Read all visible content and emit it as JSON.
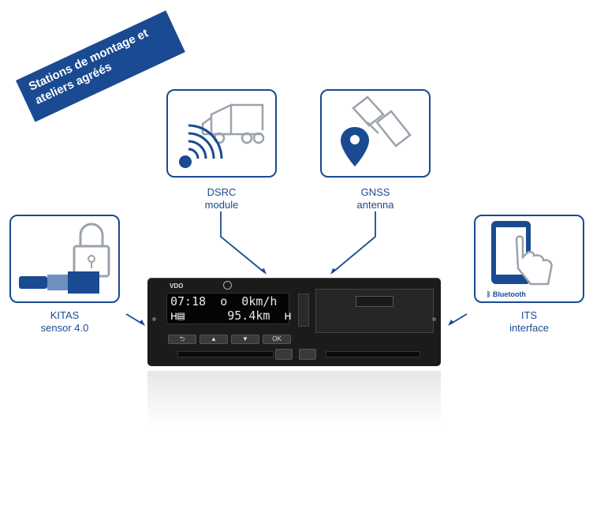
{
  "banner": {
    "text": "Stations de montage et ateliers agréés"
  },
  "boxes": {
    "dsrc": {
      "label_line1": "DSRC",
      "label_line2": "module"
    },
    "gnss": {
      "label_line1": "GNSS",
      "label_line2": "antenna"
    },
    "kitas": {
      "label_line1": "KITAS",
      "label_line2": "sensor 4.0"
    },
    "its": {
      "label_line1": "ITS",
      "label_line2": "interface",
      "bluetooth": "Bluetooth"
    }
  },
  "device": {
    "brand": "VDO",
    "line1": "07:18  o  0km/h",
    "line2": "ʜ▤      95.4km  ʜ",
    "buttons": [
      "⮌",
      "▲",
      "▼",
      "OK"
    ]
  },
  "colors": {
    "accent": "#1a4a92"
  }
}
